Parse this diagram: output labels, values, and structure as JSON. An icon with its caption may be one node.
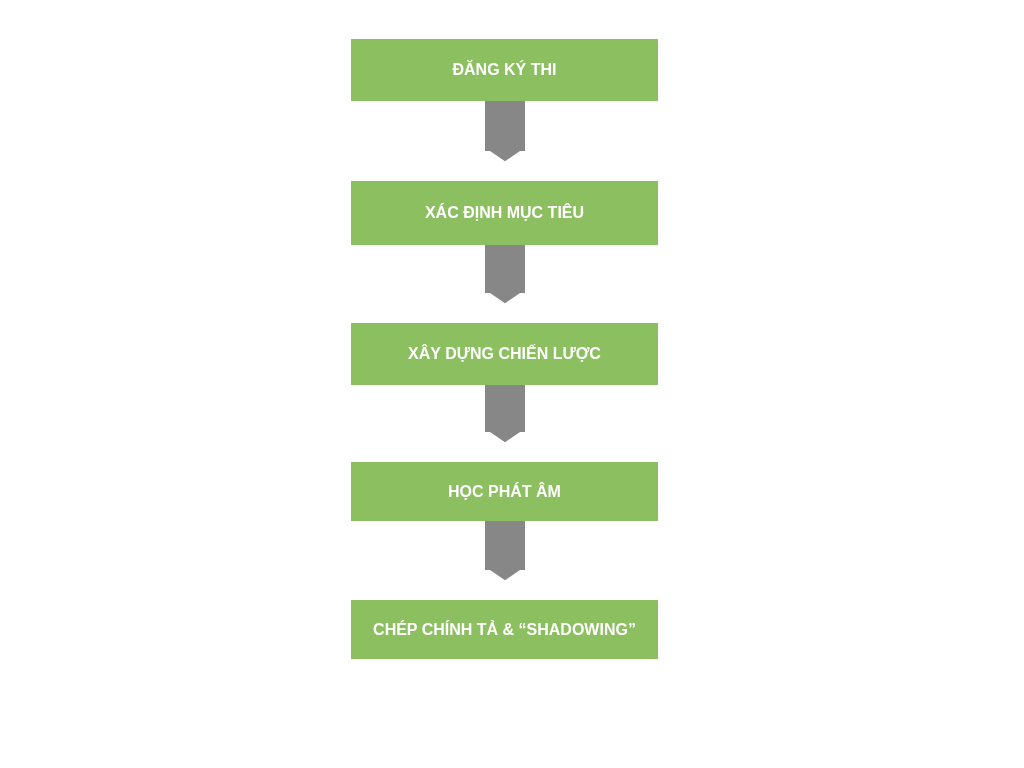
{
  "diagram": {
    "nodes": [
      {
        "text": [
          "ĐĂNG KÝ THI"
        ]
      },
      {
        "text": [
          "XÁC ĐỊNH MỤC TIÊU"
        ]
      },
      {
        "text": [
          "XÂY DỰNG CHIẾN LƯỢC"
        ]
      },
      {
        "text": [
          "HỌC PHÁT ÂM"
        ]
      },
      {
        "text": [
          "CHÉP CHÍNH TẢ & “SHADOWING”"
        ]
      }
    ],
    "edges": [
      {
        "from": 0,
        "to": 1,
        "arrow": "to"
      },
      {
        "from": 1,
        "to": 2,
        "arrow": "to"
      },
      {
        "from": 2,
        "to": 3,
        "arrow": "to"
      },
      {
        "from": 3,
        "to": 4,
        "arrow": "to"
      }
    ]
  }
}
